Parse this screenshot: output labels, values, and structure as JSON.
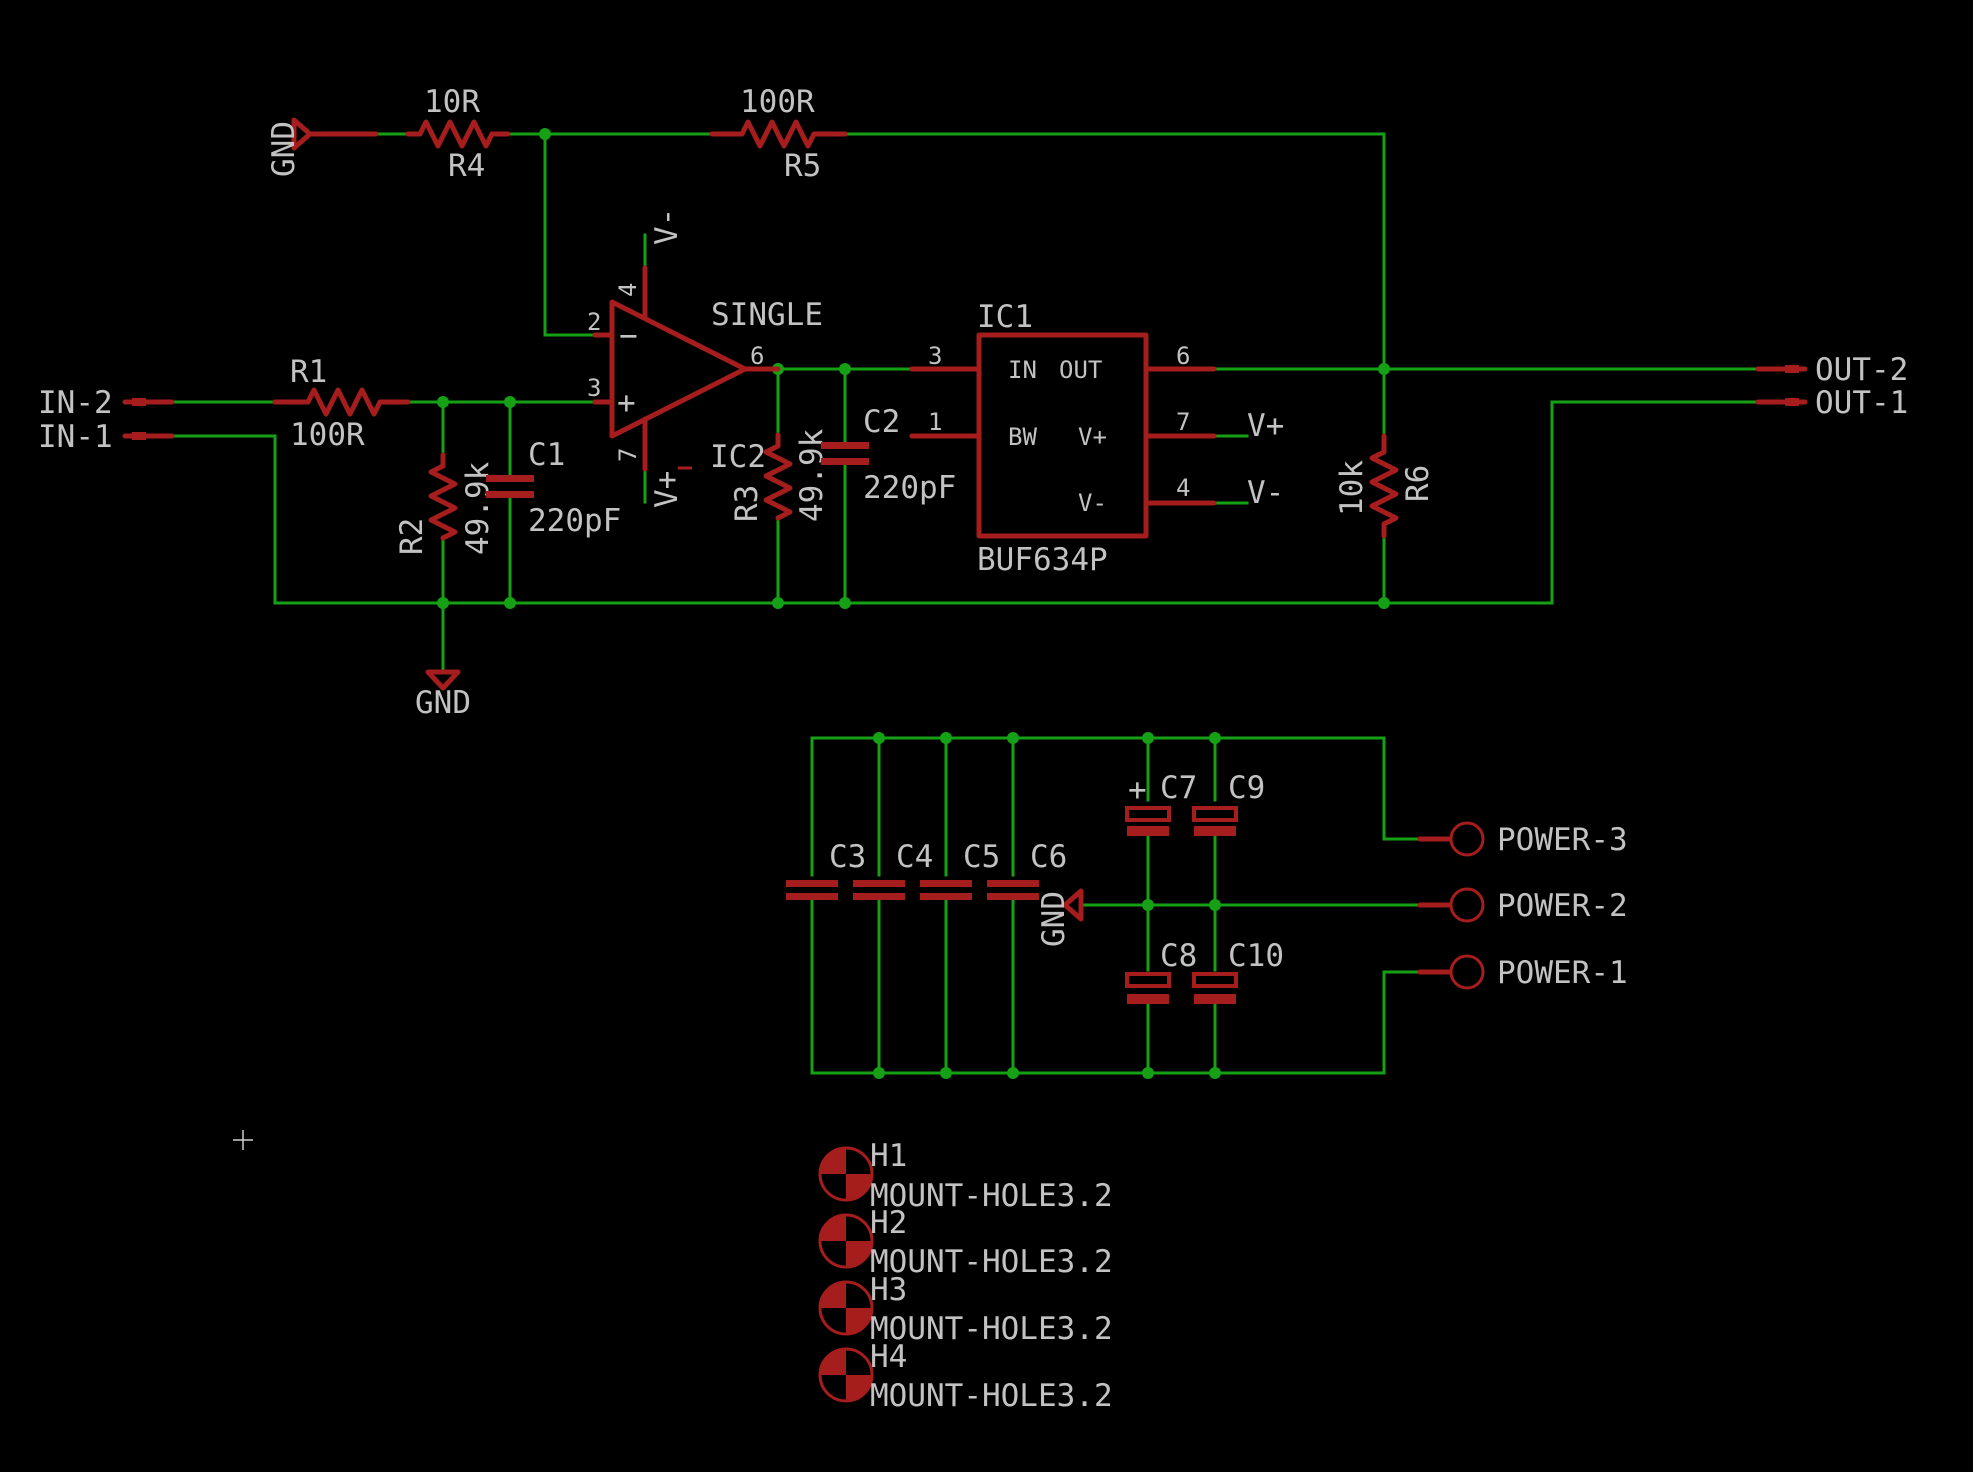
{
  "ports": {
    "in_2": "IN-2",
    "in_1": "IN-1",
    "out_2": "OUT-2",
    "out_1": "OUT-1",
    "power_3": "POWER-3",
    "power_2": "POWER-2",
    "power_1": "POWER-1"
  },
  "gnd_label": "GND",
  "resistors": {
    "r1": {
      "name": "R1",
      "value": "100R"
    },
    "r2": {
      "name": "R2",
      "value": "49.9k"
    },
    "r3": {
      "name": "R3",
      "value": "49.9k"
    },
    "r4": {
      "name": "R4",
      "value": "10R"
    },
    "r5": {
      "name": "R5",
      "value": "100R"
    },
    "r6": {
      "name": "R6",
      "value": "10k"
    }
  },
  "capacitors": {
    "c1": {
      "name": "C1",
      "value": "220pF"
    },
    "c2": {
      "name": "C2",
      "value": "220pF"
    },
    "bank": [
      "C3",
      "C4",
      "C5",
      "C6"
    ],
    "c7": "C7",
    "c9": "C9",
    "c8": "C8",
    "c10": "C10"
  },
  "opamp": {
    "name": "IC2",
    "value": "SINGLE",
    "pins": {
      "inv": "2",
      "noninv": "3",
      "out": "6",
      "vneg": "4",
      "vpos": "7"
    },
    "supply_top": "V-",
    "supply_bottom": "V+",
    "minus_sign": "−",
    "plus_sign": "+"
  },
  "buffer": {
    "name": "IC1",
    "value": "BUF634P",
    "pin_in": "IN",
    "pin_out": "OUT",
    "pin_bw": "BW",
    "pin_vpos": "V+",
    "pin_vneg": "V-",
    "pins": {
      "in": "3",
      "bw": "1",
      "out": "6",
      "vpos": "7",
      "vneg": "4"
    },
    "supply_vpos": "V+",
    "supply_vneg": "V-"
  },
  "mount_holes": [
    {
      "name": "H1",
      "value": "MOUNT-HOLE3.2"
    },
    {
      "name": "H2",
      "value": "MOUNT-HOLE3.2"
    },
    {
      "name": "H3",
      "value": "MOUNT-HOLE3.2"
    },
    {
      "name": "H4",
      "value": "MOUNT-HOLE3.2"
    }
  ],
  "colors": {
    "background": "#000000",
    "wire": "#16a016",
    "component": "#a51d1d",
    "text": "#c2c2c2"
  }
}
